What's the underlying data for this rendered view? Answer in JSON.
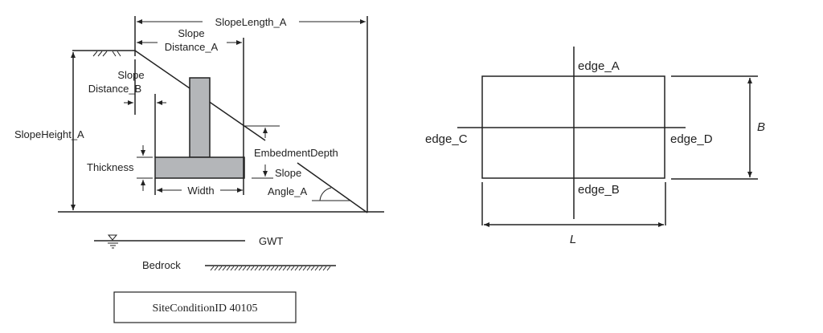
{
  "left_diagram": {
    "slope_length": "SlopeLength_A",
    "slope_distance_a": [
      "Slope",
      "Distance_A"
    ],
    "slope_distance_b": [
      "Slope",
      "Distance_B"
    ],
    "slope_height": "SlopeHeight_A",
    "embedment_depth": "EmbedmentDepth",
    "thickness": "Thickness",
    "width": "Width",
    "slope_angle": [
      "Slope",
      "Angle_A"
    ],
    "gwt": "GWT",
    "bedrock": "Bedrock",
    "site_condition": "SiteConditionID 40105"
  },
  "right_diagram": {
    "edge_a": "edge_A",
    "edge_b": "edge_B",
    "edge_c": "edge_C",
    "edge_d": "edge_D",
    "dim_b": "B",
    "dim_l": "L"
  },
  "colors": {
    "footing_fill": "#b4b6b9",
    "line": "#222222"
  }
}
